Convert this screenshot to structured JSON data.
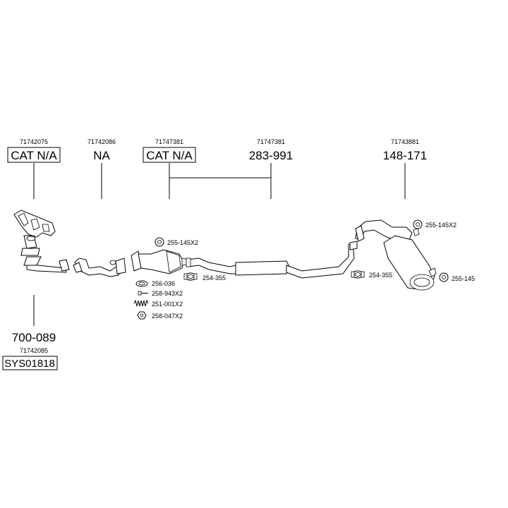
{
  "assemblies": [
    {
      "oe": "71742075",
      "label": "CAT N/A",
      "boxed": true
    },
    {
      "oe": "71742086",
      "label": "NA",
      "boxed": false
    },
    {
      "oe": "71747381",
      "label": "CAT N/A",
      "boxed": true
    },
    {
      "oe": "71747381",
      "label": "283-991",
      "boxed": false
    },
    {
      "oe": "71743881",
      "label": "148-171",
      "boxed": false
    }
  ],
  "kit": {
    "label": "700-089",
    "oe": "71742085",
    "system": "SYS01818"
  },
  "parts": [
    {
      "id": "255-145X2",
      "icon": "rubber-ring-icon"
    },
    {
      "id": "256-036",
      "icon": "gasket-icon"
    },
    {
      "id": "258-943X2",
      "icon": "bolt-icon"
    },
    {
      "id": "251-001X2",
      "icon": "spring-icon"
    },
    {
      "id": "258-047X2",
      "icon": "nut-icon"
    },
    {
      "id": "254-355",
      "icon": "clamp-icon"
    },
    {
      "id": "254-355",
      "icon": "clamp-icon"
    },
    {
      "id": "255-145X2",
      "icon": "rubber-ring-icon"
    },
    {
      "id": "255-145",
      "icon": "rubber-ring-icon"
    }
  ]
}
